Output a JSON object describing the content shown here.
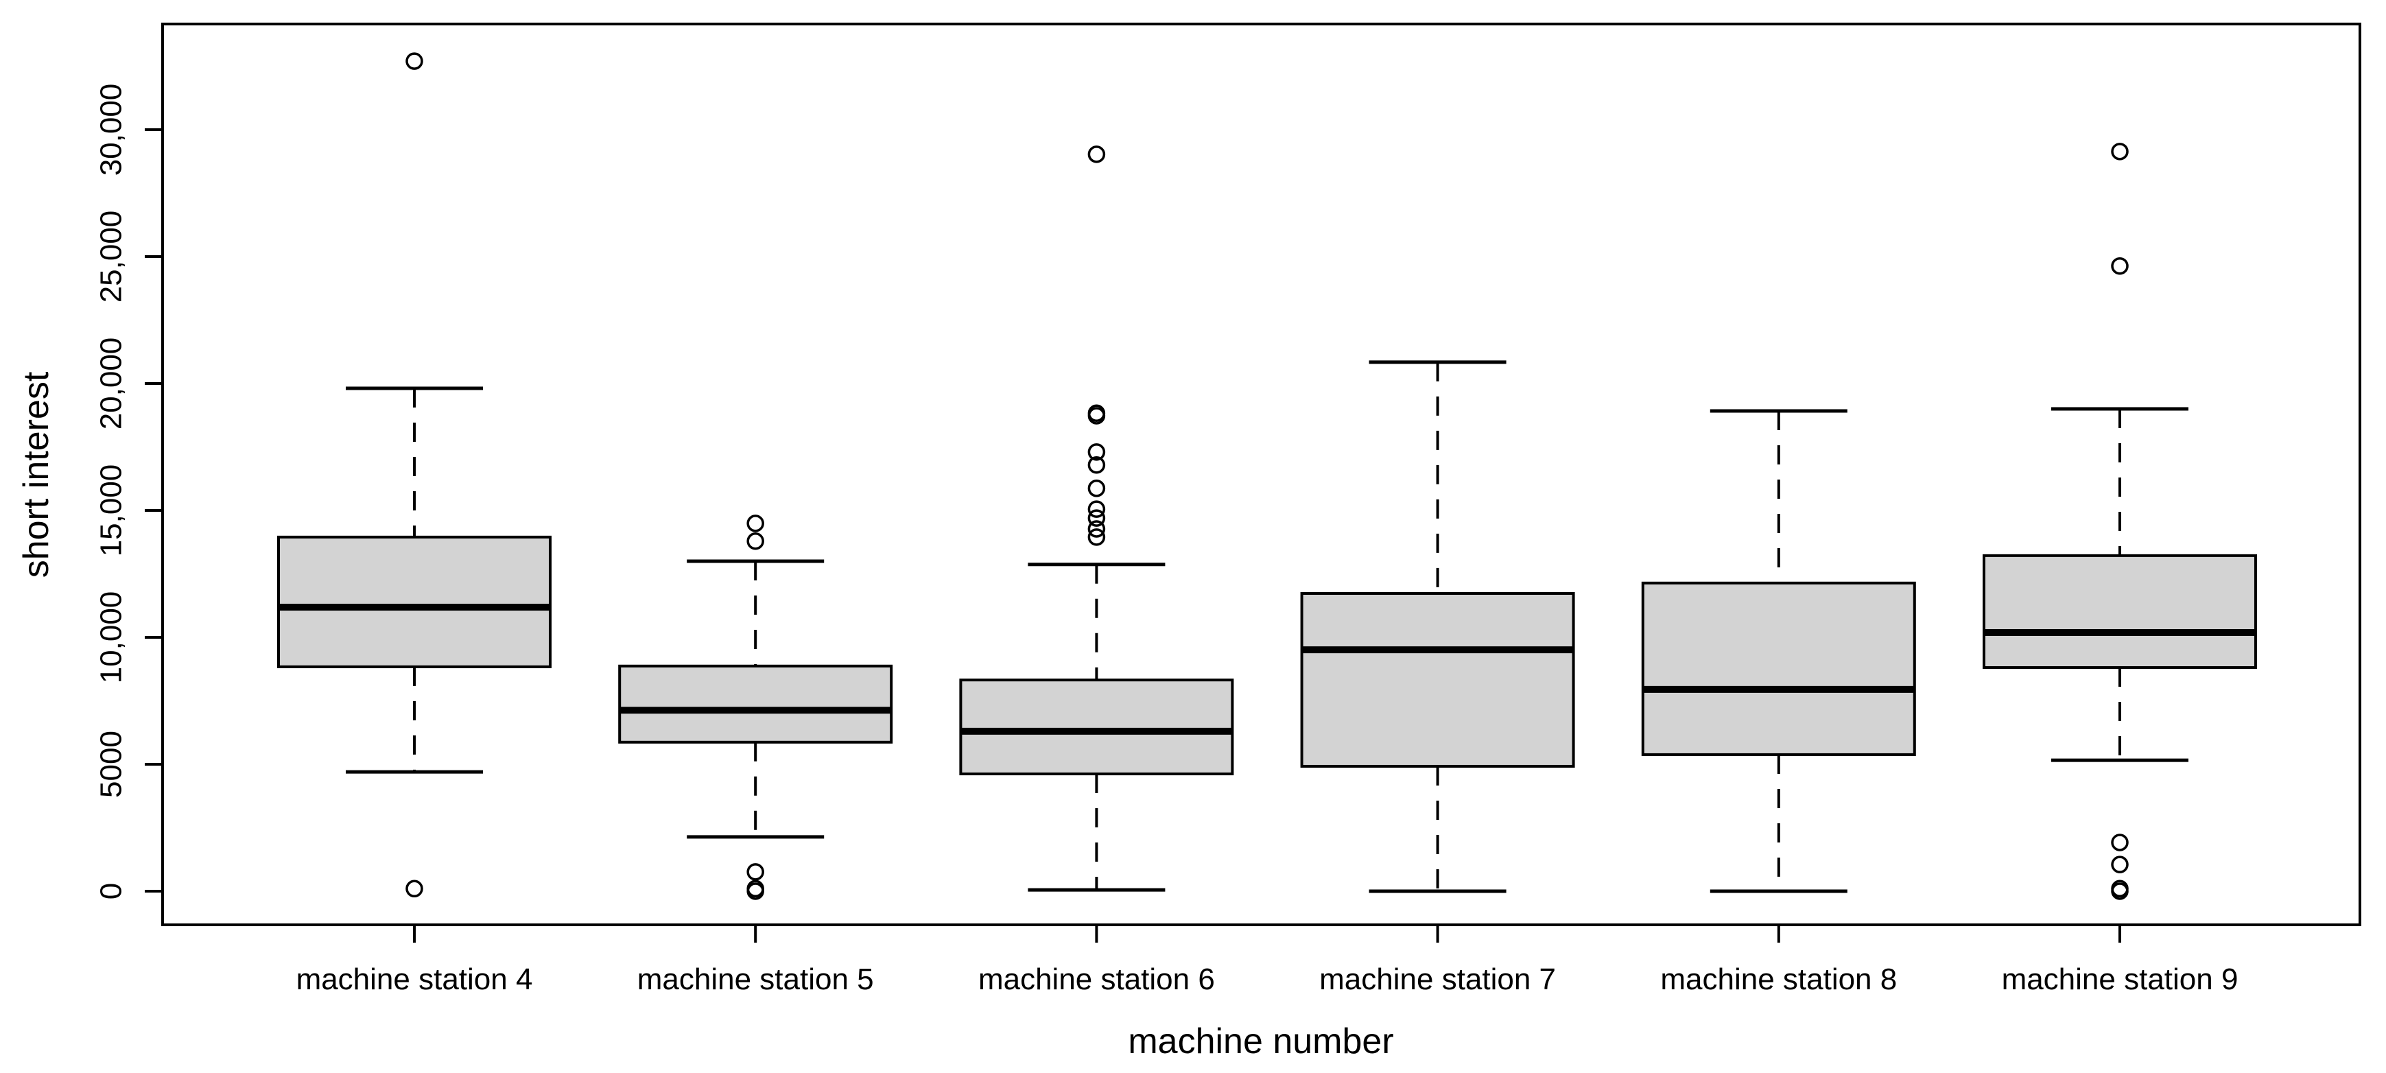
{
  "figure": {
    "background": "#ffffff",
    "box_fill": "#d3d3d3",
    "line_color": "#000000"
  },
  "chart_data": {
    "type": "boxplot",
    "title": "",
    "xlabel": "machine number",
    "ylabel": "short interest",
    "grid": false,
    "legend": "none",
    "ylim": [
      -1300,
      34200
    ],
    "y_ticks": [
      {
        "value": 0,
        "label": "0"
      },
      {
        "value": 5000,
        "label": "5000"
      },
      {
        "value": 10000,
        "label": "10,000"
      },
      {
        "value": 15000,
        "label": "15,000"
      },
      {
        "value": 20000,
        "label": "20,000"
      },
      {
        "value": 25000,
        "label": "25,000"
      },
      {
        "value": 30000,
        "label": "30,000"
      }
    ],
    "categories": [
      "machine station 4",
      "machine station 5",
      "machine station 6",
      "machine station 7",
      "machine station 8",
      "machine station 9"
    ],
    "series": [
      {
        "name": "machine station 4",
        "whisker_low": 4700,
        "q1": 8840,
        "median": 11190,
        "q3": 13950,
        "whisker_high": 19810,
        "outliers": [
          32700,
          100
        ]
      },
      {
        "name": "machine station 5",
        "whisker_low": 2140,
        "q1": 5870,
        "median": 7130,
        "q3": 8870,
        "whisker_high": 13000,
        "outliers": [
          14490,
          13790,
          760,
          100,
          0
        ]
      },
      {
        "name": "machine station 6",
        "whisker_low": 50,
        "q1": 4620,
        "median": 6300,
        "q3": 8320,
        "whisker_high": 12870,
        "outliers": [
          29030,
          18830,
          18730,
          17300,
          16790,
          15870,
          15050,
          14700,
          14270,
          13950
        ]
      },
      {
        "name": "machine station 7",
        "whisker_low": 0,
        "q1": 4920,
        "median": 9510,
        "q3": 11730,
        "whisker_high": 20840,
        "outliers": []
      },
      {
        "name": "machine station 8",
        "whisker_low": 0,
        "q1": 5380,
        "median": 7950,
        "q3": 12140,
        "whisker_high": 18920,
        "outliers": []
      },
      {
        "name": "machine station 9",
        "whisker_low": 5160,
        "q1": 8810,
        "median": 10190,
        "q3": 13220,
        "whisker_high": 19000,
        "outliers": [
          29140,
          24630,
          1920,
          1050,
          100,
          0
        ]
      }
    ]
  }
}
